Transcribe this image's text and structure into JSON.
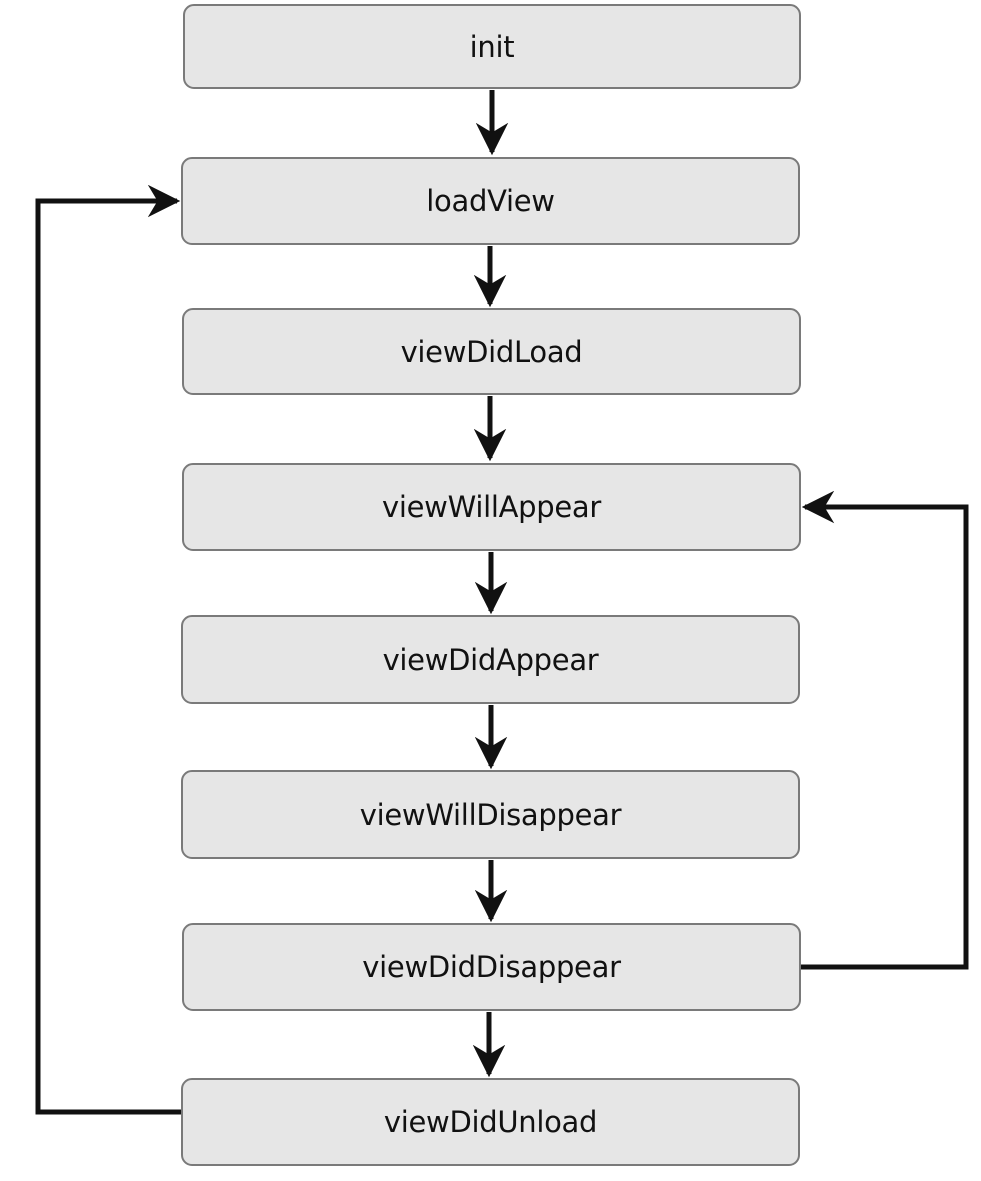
{
  "diagram": {
    "stages": [
      {
        "label": "init"
      },
      {
        "label": "loadView"
      },
      {
        "label": "viewDidLoad"
      },
      {
        "label": "viewWillAppear"
      },
      {
        "label": "viewDidAppear"
      },
      {
        "label": "viewWillDisappear"
      },
      {
        "label": "viewDidDisappear"
      },
      {
        "label": "viewDidUnload"
      }
    ],
    "colors": {
      "box_fill": "#e6e6e6",
      "box_border": "#7a7a7a",
      "arrow": "#111111",
      "text": "#111111"
    }
  }
}
